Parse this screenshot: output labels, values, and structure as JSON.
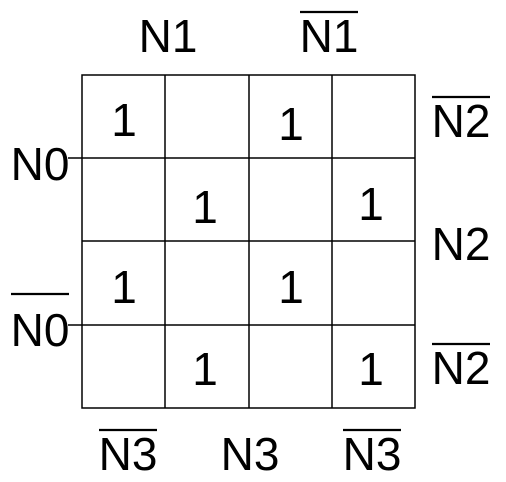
{
  "top_labels": [
    {
      "text": "N1",
      "negated": false
    },
    {
      "text": "N1",
      "negated": true
    }
  ],
  "left_labels": [
    {
      "text": "N0",
      "negated": false
    },
    {
      "text": "N0",
      "negated": true
    }
  ],
  "right_labels": [
    {
      "text": "N2",
      "negated": true
    },
    {
      "text": "N2",
      "negated": false
    },
    {
      "text": "N2",
      "negated": true
    }
  ],
  "bottom_labels": [
    {
      "text": "N3",
      "negated": true
    },
    {
      "text": "N3",
      "negated": false
    },
    {
      "text": "N3",
      "negated": true
    }
  ],
  "cells": [
    [
      "1",
      "",
      "1",
      ""
    ],
    [
      "",
      "1",
      "",
      "1"
    ],
    [
      "1",
      "",
      "1",
      ""
    ],
    [
      "",
      "1",
      "",
      "1"
    ]
  ]
}
